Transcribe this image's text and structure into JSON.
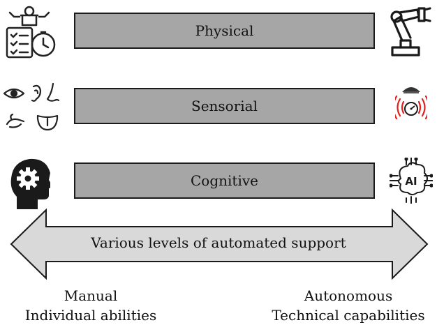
{
  "bars": [
    {
      "label": "Physical"
    },
    {
      "label": "Sensorial"
    },
    {
      "label": "Cognitive"
    }
  ],
  "arrow": {
    "label": "Various levels of automated support"
  },
  "left_caption": {
    "line1": "Manual",
    "line2": "Individual abilities"
  },
  "right_caption": {
    "line1": "Autonomous",
    "line2": "Technical capabilities"
  },
  "icons": {
    "left": [
      "worker-checklist-stopwatch-icon",
      "senses-icon",
      "head-gear-icon"
    ],
    "right": [
      "robot-arm-icon",
      "sensor-icon",
      "ai-chip-icon"
    ]
  },
  "colors": {
    "bar_fill": "#a6a6a6",
    "arrow_fill": "#d9d9d9",
    "stroke": "#1a1a1a",
    "sensor_red": "#e0211f"
  }
}
